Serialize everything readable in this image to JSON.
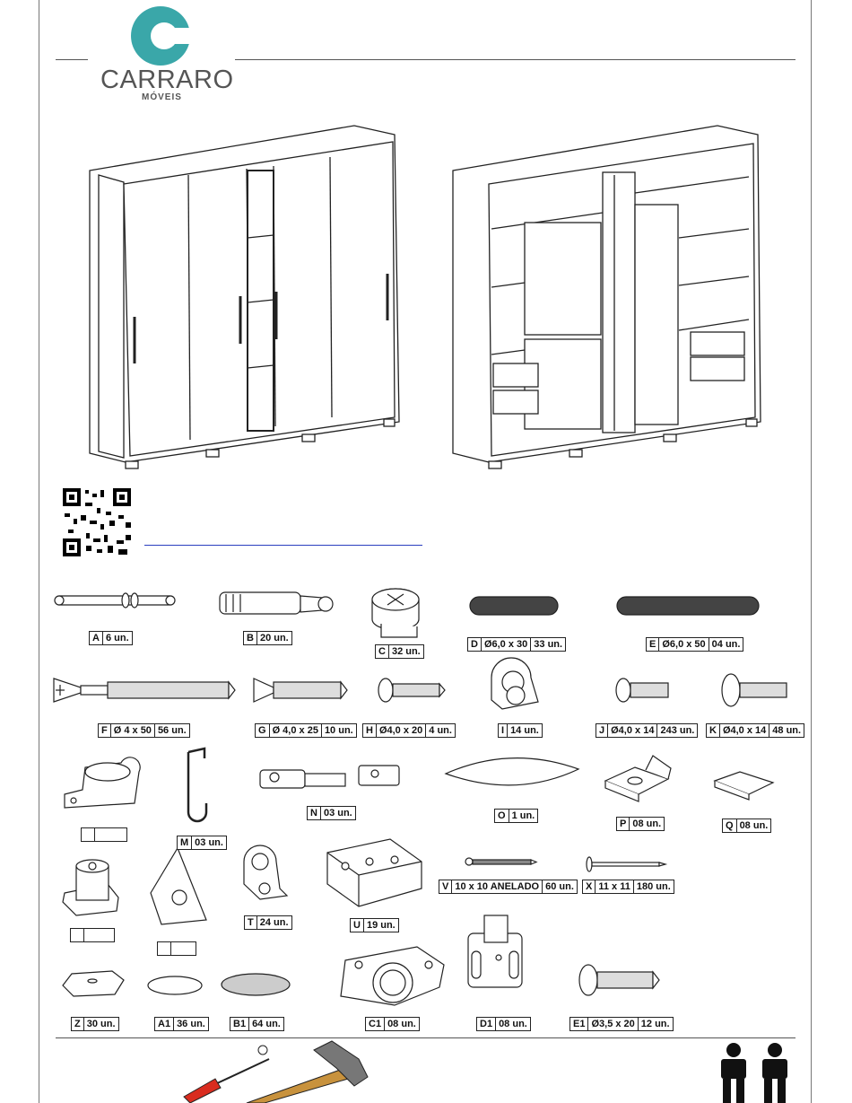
{
  "brand": {
    "name": "CARRARO",
    "sub": "MÓVEIS",
    "color": "#3aa7a9"
  },
  "parts": [
    {
      "code": "A",
      "qty": "6 un."
    },
    {
      "code": "B",
      "qty": "20 un."
    },
    {
      "code": "C",
      "qty": "32 un."
    },
    {
      "code": "D",
      "dim": "Ø6,0 x 30",
      "qty": "33 un."
    },
    {
      "code": "E",
      "dim": "Ø6,0 x 50",
      "qty": "04 un."
    },
    {
      "code": "F",
      "dim": "Ø 4 x 50",
      "qty": "56 un."
    },
    {
      "code": "G",
      "dim": "Ø 4,0 x 25",
      "qty": "10 un."
    },
    {
      "code": "H",
      "dim": "Ø4,0 x 20",
      "qty": "4 un."
    },
    {
      "code": "I",
      "qty": "14 un."
    },
    {
      "code": "J",
      "dim": "Ø4,0 x 14",
      "qty": "243 un."
    },
    {
      "code": "K",
      "dim": "Ø4,0 x 14",
      "qty": "48 un."
    },
    {
      "code": "M",
      "qty": "03 un."
    },
    {
      "code": "N",
      "qty": "03 un."
    },
    {
      "code": "O",
      "qty": "1 un."
    },
    {
      "code": "P",
      "qty": "08 un."
    },
    {
      "code": "Q",
      "qty": "08 un."
    },
    {
      "code": "T",
      "qty": "24 un."
    },
    {
      "code": "U",
      "qty": "19 un."
    },
    {
      "code": "V",
      "dim": "10 x 10 ANELADO",
      "qty": "60 un."
    },
    {
      "code": "X",
      "dim": "11 x 11",
      "qty": "180 un."
    },
    {
      "code": "Z",
      "qty": "30 un."
    },
    {
      "code": "A1",
      "qty": "36 un."
    },
    {
      "code": "B1",
      "qty": "64 un."
    },
    {
      "code": "C1",
      "qty": "08 un."
    },
    {
      "code": "D1",
      "qty": "08 un."
    },
    {
      "code": "E1",
      "dim": "Ø3,5 x 20",
      "qty": "12 un."
    }
  ]
}
